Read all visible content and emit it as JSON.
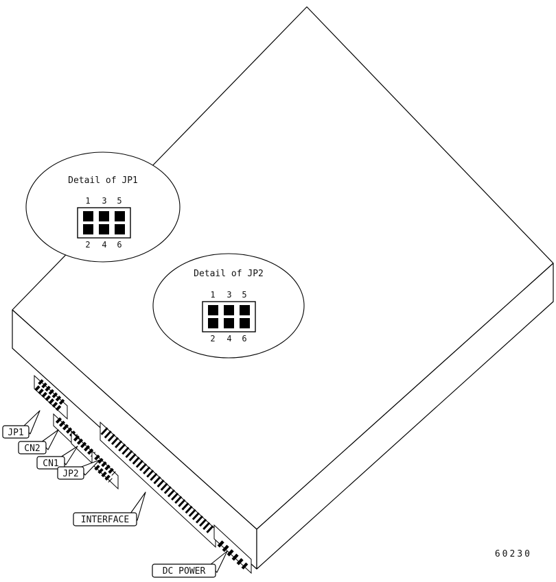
{
  "figure_number": "60230",
  "details": [
    {
      "title": "Detail of JP1",
      "pins_top": [
        "1",
        "3",
        "5"
      ],
      "pins_bottom": [
        "2",
        "4",
        "6"
      ]
    },
    {
      "title": "Detail of JP2",
      "pins_top": [
        "1",
        "3",
        "5"
      ],
      "pins_bottom": [
        "2",
        "4",
        "6"
      ]
    }
  ],
  "callouts": {
    "jp1": "JP1",
    "cn2": "CN2",
    "cn1": "CN1",
    "jp2": "JP2",
    "interface": "INTERFACE",
    "dc_power": "DC POWER"
  },
  "colors": {
    "line": "#000000",
    "background": "#ffffff",
    "pin": "#000000"
  }
}
